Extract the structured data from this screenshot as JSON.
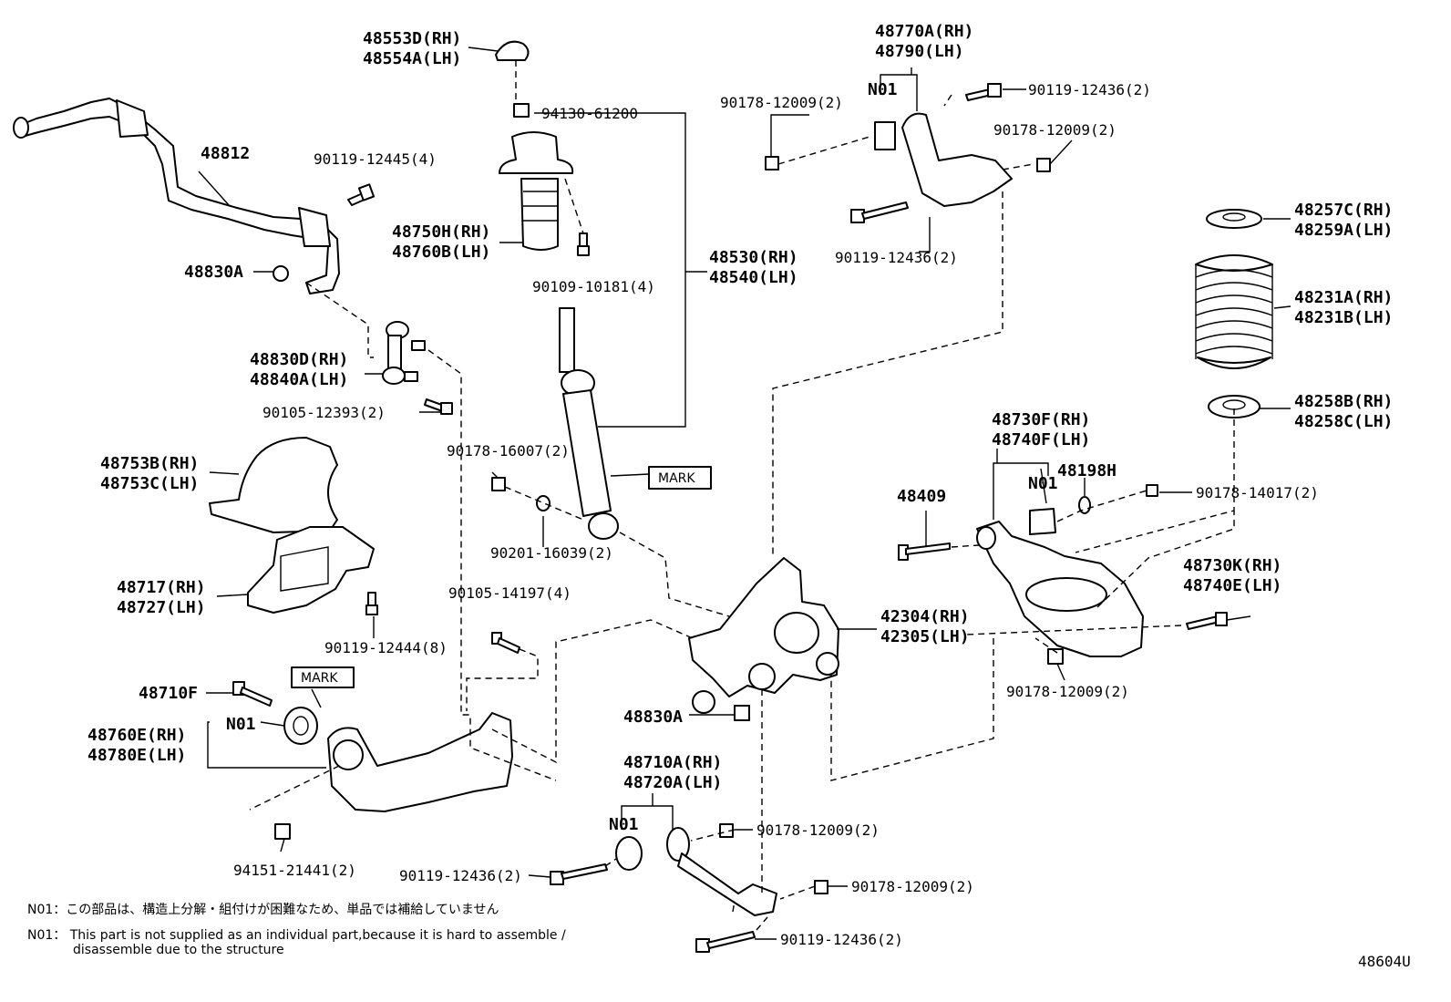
{
  "diagram_id": "48604U",
  "callouts": {
    "bump_stop_cap": [
      "48553D(RH)",
      "48554A(LH)"
    ],
    "upper_nut": "94130-61200",
    "stabilizer_bar": "48812",
    "stab_bolt": "90119-12445(4)",
    "stab_bushing": "48830A",
    "dust_boot": [
      "48750H(RH)",
      "48760B(LH)"
    ],
    "mount_bolt": "90109-10181(4)",
    "shock_absorber": [
      "48530(RH)",
      "48540(LH)"
    ],
    "stab_link": [
      "48830D(RH)",
      "48840A(LH)"
    ],
    "link_bolt": "90105-12393(2)",
    "lower_cover": [
      "48753B(RH)",
      "48753C(LH)"
    ],
    "shock_nut": "90178-16007(2)",
    "shock_washer": "90201-16039(2)",
    "shock_mark": "MARK",
    "member_bracket": [
      "48717(RH)",
      "48727(LH)"
    ],
    "bracket_bolt": "90119-12444(8)",
    "arm_bolt": "90105-14197(4)",
    "trailing_bolt": "48710F",
    "trailing_mark": "MARK",
    "trailing_n01": "N01",
    "trailing_arm": [
      "48760E(RH)",
      "48780E(LH)"
    ],
    "trailing_nut": "94151-21441(2)",
    "upper_arm": [
      "48770A(RH)",
      "48790(LH)"
    ],
    "upper_n01": "N01",
    "upper_nut_left": "90178-12009(2)",
    "upper_bolt_top": "90119-12436(2)",
    "upper_nut_right": "90178-12009(2)",
    "upper_bolt_bottom": "90119-12436(2)",
    "spring_seat_upper": [
      "48257C(RH)",
      "48259A(LH)"
    ],
    "coil_spring": [
      "48231A(RH)",
      "48231B(LH)"
    ],
    "spring_seat_lower": [
      "48258B(RH)",
      "48258C(LH)"
    ],
    "lower_arm": [
      "48730F(RH)",
      "48740F(LH)"
    ],
    "lower_n01": "N01",
    "bound_stopper": "48198H",
    "lower_bolt": "48409",
    "lower_nut_top": "90178-14017(2)",
    "toe_arm": [
      "48730K(RH)",
      "48740E(LH)"
    ],
    "toe_nut": "90178-12009(2)",
    "carrier": [
      "42304(RH)",
      "42305(LH)"
    ],
    "carrier_bushing": "48830A",
    "rear_arm": [
      "48710A(RH)",
      "48720A(LH)"
    ],
    "rear_n01": "N01",
    "rear_nut_top": "90178-12009(2)",
    "rear_bolt_left": "90119-12436(2)",
    "rear_nut_right": "90178-12009(2)",
    "rear_bolt_bottom": "90119-12436(2)"
  },
  "notes": [
    "N01：この部品は、構造上分解・組付けが困難なため、単品では補給していません",
    "N01： This part is not supplied as an individual part,because it is hard to assemble /",
    "disassemble due to the structure"
  ]
}
